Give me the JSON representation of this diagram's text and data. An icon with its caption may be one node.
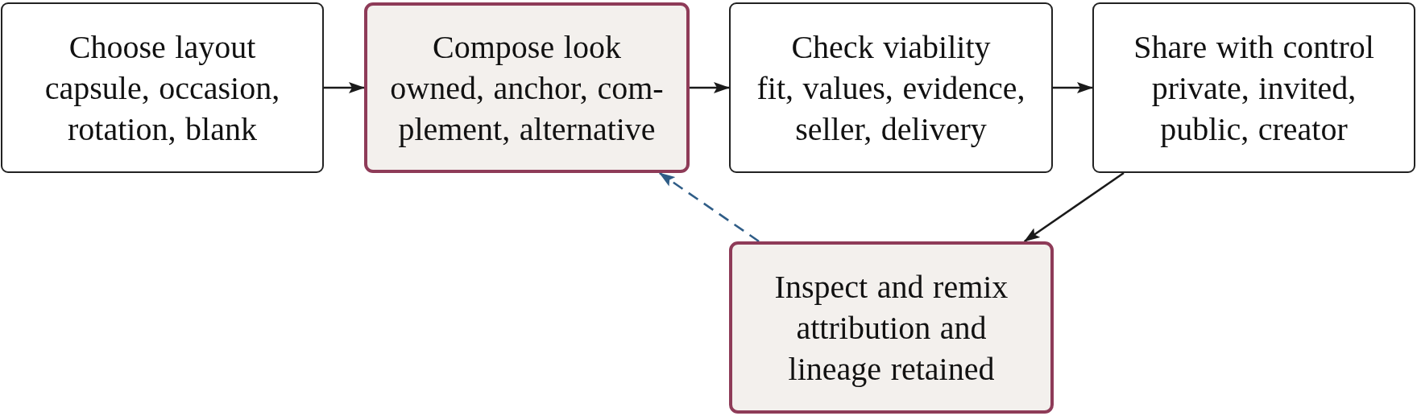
{
  "diagram": {
    "nodes": [
      {
        "text": [
          "Choose layout",
          "capsule, occasion, rotation, blank"
        ]
      },
      {
        "text": [
          "Compose look",
          "owned, anchor, com- plement, alternative"
        ]
      },
      {
        "text": [
          "Check viability",
          "fit, values, evidence, seller, delivery"
        ]
      },
      {
        "text": [
          "Share with control",
          "private, invited, public, creator"
        ]
      },
      {
        "text": [
          "Inspect and remix",
          "attribution and lineage retained"
        ]
      }
    ],
    "edges": [
      {
        "from": 0,
        "to": 1,
        "arrow": "to"
      },
      {
        "from": 1,
        "to": 2,
        "arrow": "to"
      },
      {
        "from": 2,
        "to": 3,
        "arrow": "to"
      },
      {
        "from": 3,
        "to": 4,
        "arrow": "to"
      },
      {
        "from": 4,
        "to": 1,
        "arrow": "to",
        "style": "dashed",
        "color": "#2f5d87"
      }
    ]
  }
}
